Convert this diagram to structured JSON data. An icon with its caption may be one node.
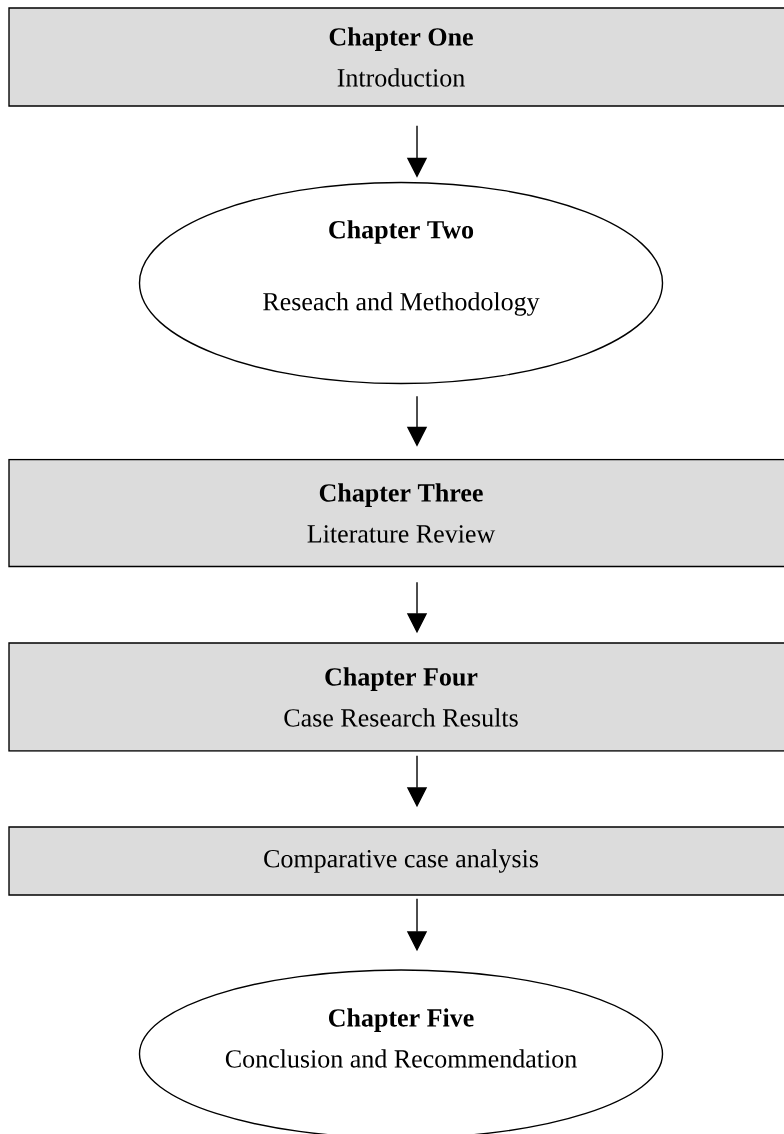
{
  "diagram": {
    "nodes": [
      {
        "text": [
          "Chapter One",
          "Introduction"
        ]
      },
      {
        "text": [
          "Chapter Two",
          "Reseach and Methodology"
        ]
      },
      {
        "text": [
          "Chapter Three",
          "Literature Review"
        ]
      },
      {
        "text": [
          "Chapter Four",
          "Case Research Results"
        ]
      },
      {
        "text": [
          "Comparative case analysis"
        ]
      },
      {
        "text": [
          "Chapter Five",
          "Conclusion and Recommendation"
        ]
      }
    ],
    "edges": [
      {
        "from": 0,
        "to": 1,
        "arrow": "to"
      },
      {
        "from": 1,
        "to": 2,
        "arrow": "to"
      },
      {
        "from": 2,
        "to": 3,
        "arrow": "to"
      },
      {
        "from": 3,
        "to": 4,
        "arrow": "to"
      },
      {
        "from": 4,
        "to": 5,
        "arrow": "to"
      }
    ]
  }
}
